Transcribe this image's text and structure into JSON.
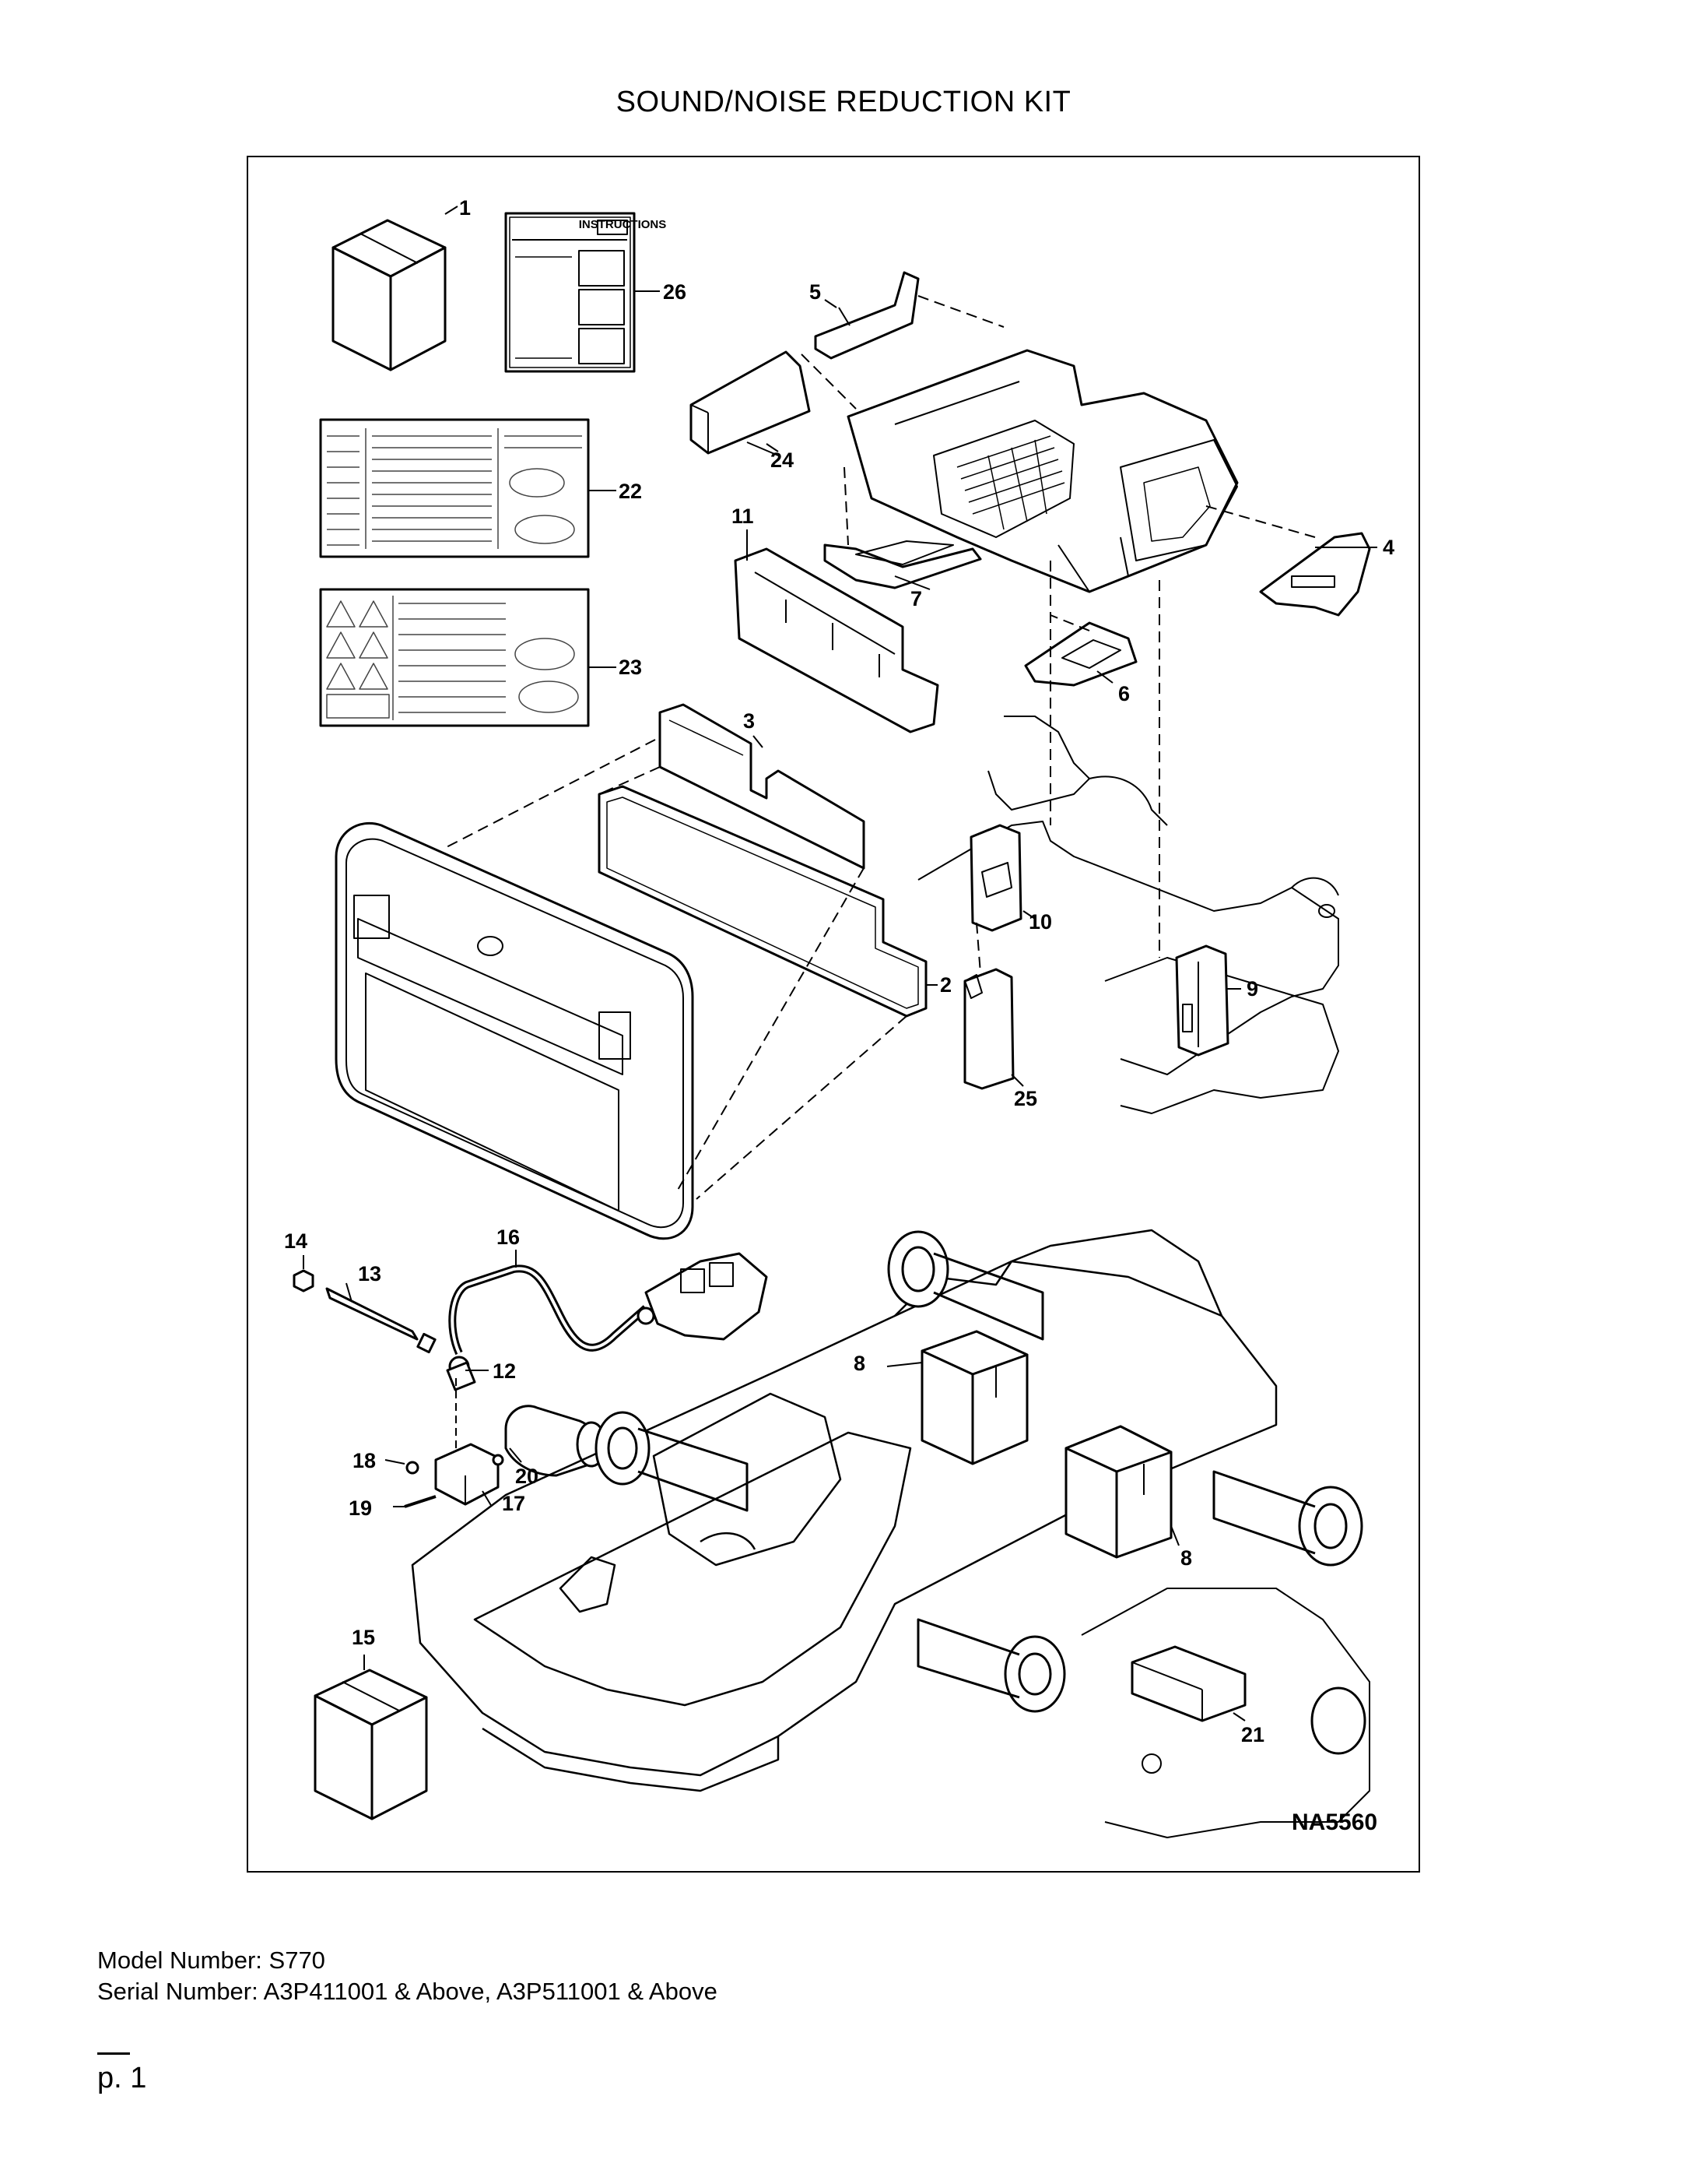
{
  "title": "SOUND/NOISE REDUCTION KIT",
  "figure_id": "NA5560",
  "instructions_label": "INSTRUCTIONS",
  "callouts": {
    "c1": "1",
    "c2": "2",
    "c3": "3",
    "c4": "4",
    "c5": "5",
    "c6": "6",
    "c7": "7",
    "c8a": "8",
    "c8b": "8",
    "c9": "9",
    "c10": "10",
    "c11": "11",
    "c12": "12",
    "c13": "13",
    "c14": "14",
    "c15": "15",
    "c16": "16",
    "c17": "17",
    "c18": "18",
    "c19": "19",
    "c20": "20",
    "c21": "21",
    "c22": "22",
    "c23": "23",
    "c24": "24",
    "c25": "25",
    "c26": "26"
  },
  "footer": {
    "model": "Model Number: S770",
    "serial": "Serial Number: A3P411001 & Above, A3P511001 & Above"
  },
  "page": "p. 1"
}
